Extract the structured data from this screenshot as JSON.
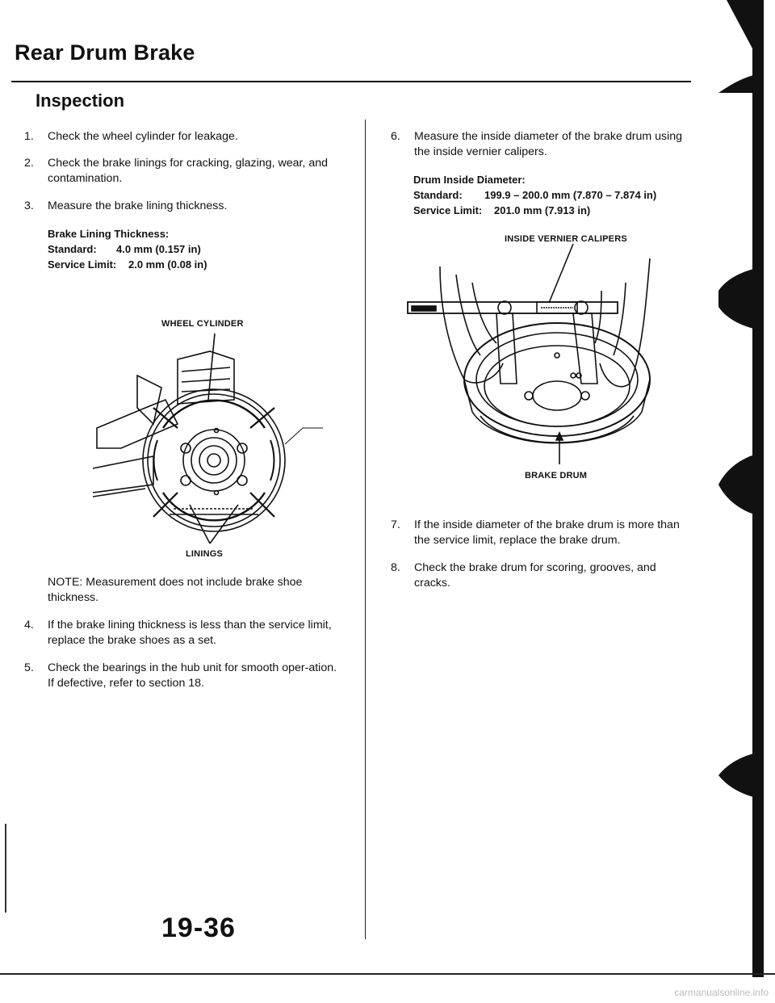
{
  "header": {
    "title": "Rear Drum Brake",
    "section": "Inspection"
  },
  "left_steps": [
    {
      "num": "1.",
      "text": "Check the wheel cylinder for leakage."
    },
    {
      "num": "2.",
      "text": "Check the brake linings for cracking, glazing, wear, and contamination."
    },
    {
      "num": "3.",
      "text": "Measure the brake lining thickness."
    }
  ],
  "lining_spec": {
    "title": "Brake Lining Thickness:",
    "standard_label": "Standard:",
    "standard_value": "4.0 mm (0.157 in)",
    "limit_label": "Service Limit:",
    "limit_value": "2.0 mm (0.08 in)"
  },
  "figure_left": {
    "callout_top": "WHEEL CYLINDER",
    "callout_bottom": "LININGS"
  },
  "note": "NOTE: Measurement does not include brake shoe thickness.",
  "left_steps_2": [
    {
      "num": "4.",
      "text": "If the brake lining thickness is less than the service limit, replace the brake shoes as a set."
    },
    {
      "num": "5.",
      "text": "Check the bearings in the hub unit for smooth oper-ation. If defective, refer to section 18."
    }
  ],
  "right_steps": [
    {
      "num": "6.",
      "text": "Measure the inside diameter of the brake drum using the inside vernier calipers."
    }
  ],
  "drum_spec": {
    "title": "Drum Inside Diameter:",
    "standard_label": "Standard:",
    "standard_value": "199.9 – 200.0 mm (7.870 – 7.874 in)",
    "limit_label": "Service Limit:",
    "limit_value": "201.0 mm (7.913 in)"
  },
  "figure_right": {
    "callout_top": "INSIDE VERNIER CALIPERS",
    "callout_bottom": "BRAKE DRUM"
  },
  "right_steps_2": [
    {
      "num": "7.",
      "text": "If the inside diameter of the brake drum is more than the service limit, replace the brake drum."
    },
    {
      "num": "8.",
      "text": "Check the brake drum for scoring, grooves, and cracks."
    }
  ],
  "footer": {
    "page_number": "19-36",
    "watermark": "carmanualsonline.info"
  }
}
